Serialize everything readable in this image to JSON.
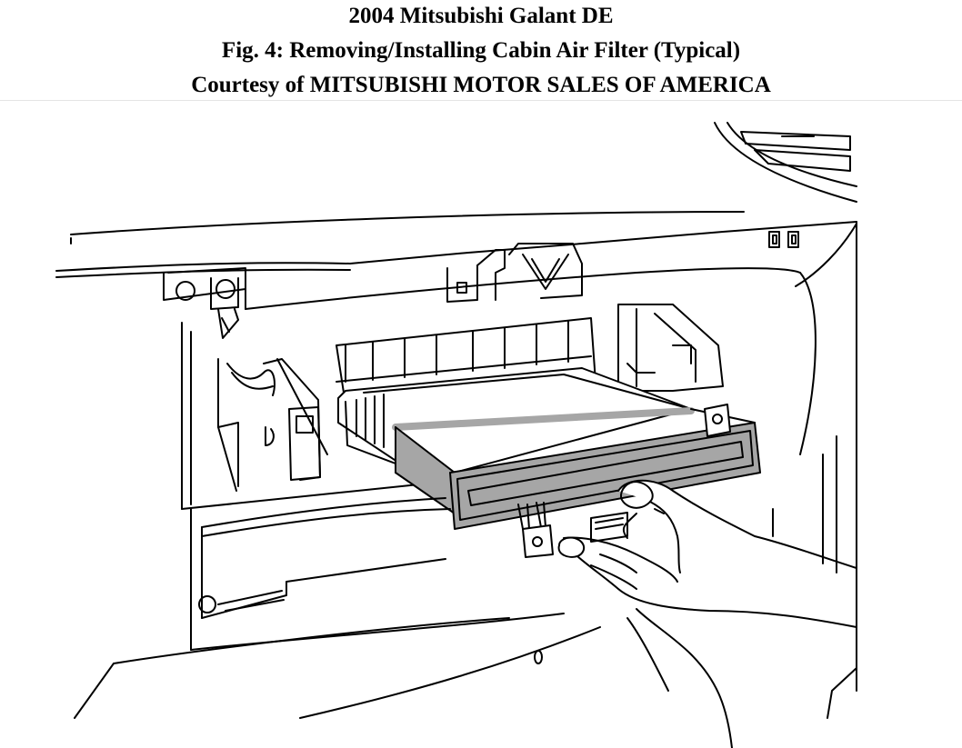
{
  "caption": {
    "title": "2004 Mitsubishi Galant DE",
    "figure": "Fig. 4: Removing/Installing Cabin Air Filter (Typical)",
    "credit": "Courtesy of MITSUBISHI MOTOR SALES OF AMERICA"
  },
  "colors": {
    "line": "#000000",
    "filter_frame": "#a6a6a6",
    "filter_body": "#ffffff",
    "background": "#ffffff"
  }
}
